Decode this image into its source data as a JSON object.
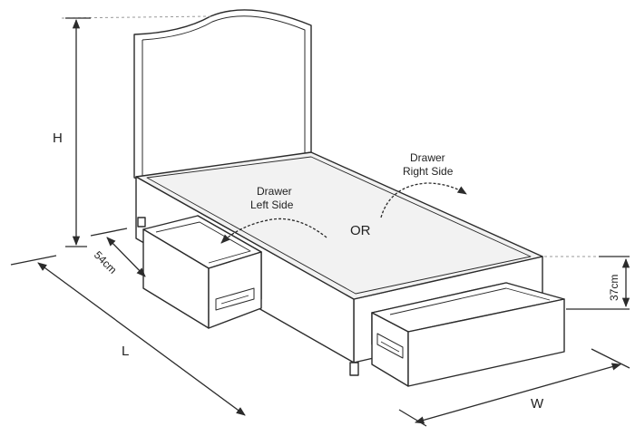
{
  "labels": {
    "height": "H",
    "length": "L",
    "width": "W",
    "depth_cm": "54cm",
    "drawer_height_cm": "37cm",
    "drawer_left_line1": "Drawer",
    "drawer_left_line2": "Left Side",
    "drawer_right_line1": "Drawer",
    "drawer_right_line2": "Right Side",
    "or": "OR"
  },
  "colors": {
    "line": "#2b2b2b",
    "mattress": "#f2f2f2",
    "fill": "#ffffff",
    "guide": "#9a9a9a"
  }
}
